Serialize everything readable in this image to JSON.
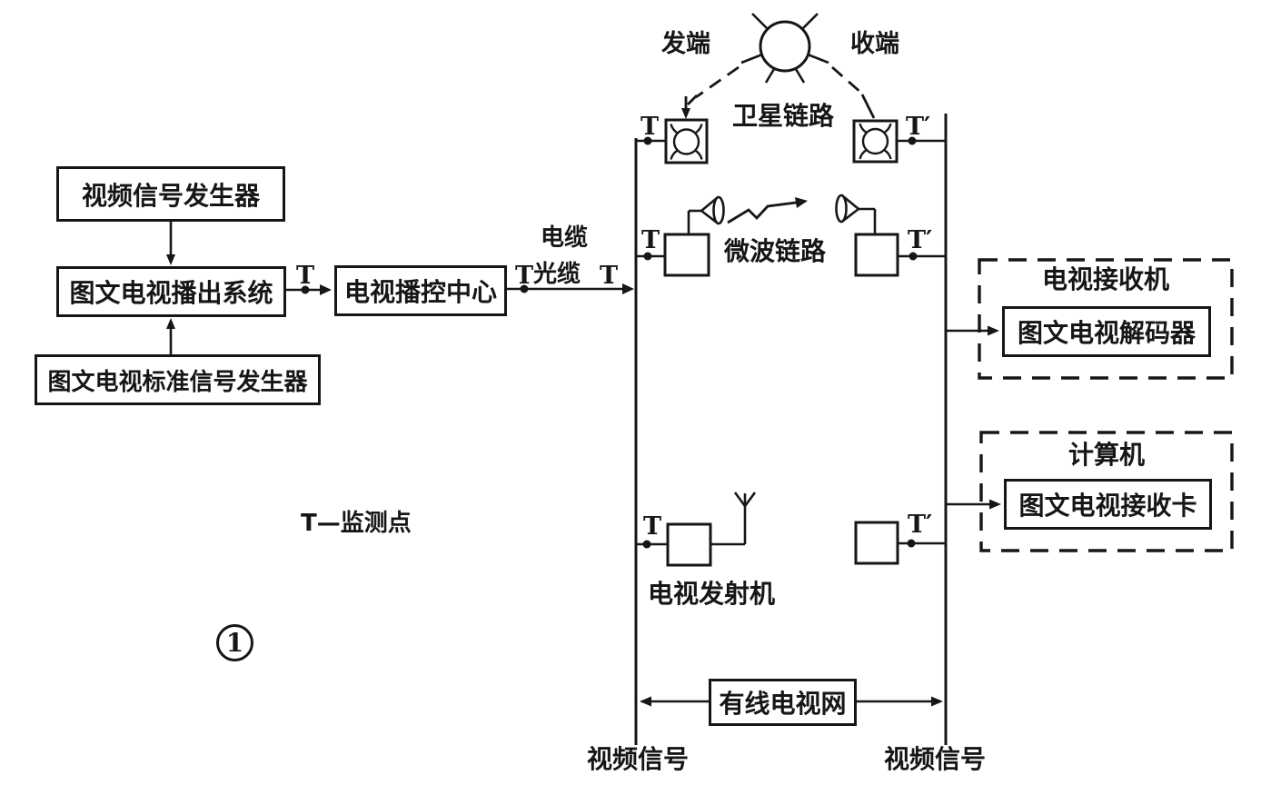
{
  "figure_label": "1",
  "legend": {
    "t_monitor": "T—监测点"
  },
  "blocks": {
    "video_signal_generator": "视频信号发生器",
    "teletext_broadcast_system": "图文电视播出系统",
    "teletext_standard_signal_generator": "图文电视标准信号发生器",
    "tv_control_center": "电视播控中心",
    "cable_tv_network": "有线电视网",
    "tv_receiver": "电视接收机",
    "teletext_decoder": "图文电视解码器",
    "computer": "计算机",
    "teletext_receiver_card": "图文电视接收卡"
  },
  "links": {
    "cable": "电缆",
    "optical_cable": "光缆",
    "satellite_link": "卫星链路",
    "microwave_link": "微波链路",
    "tv_transmitter": "电视发射机",
    "transmit_end": "发端",
    "receive_end": "收端"
  },
  "signals": {
    "video_signal_left": "视频信号",
    "video_signal_right": "视频信号"
  },
  "monitor_points": {
    "t": "T",
    "t_prime": "T′"
  },
  "icons": {
    "satellite": "satellite-icon",
    "earth_station": "earth-station-dish-icon",
    "horn_antenna": "horn-antenna-icon",
    "microwave_wave": "zigzag-wave-arrow-icon",
    "broadcast_antenna": "y-antenna-icon",
    "monitor_dot": "monitor-point-dot"
  },
  "ink_color": "#161616",
  "background_color": "#ffffff"
}
